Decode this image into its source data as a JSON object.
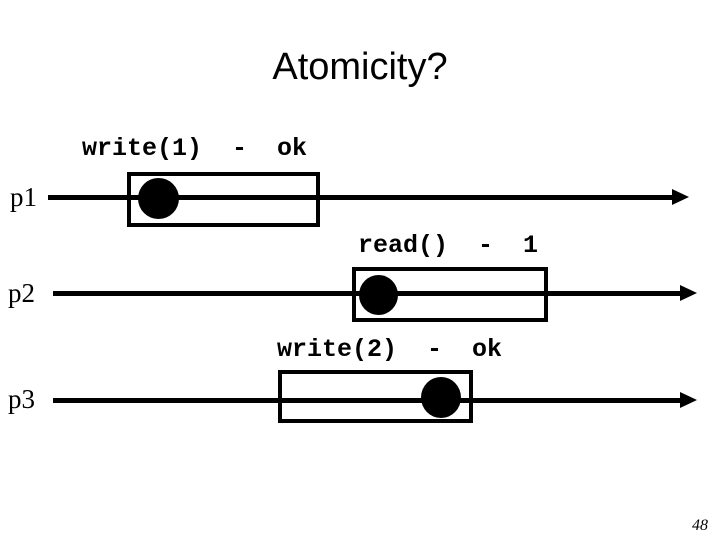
{
  "title": "Atomicity?",
  "page_number": "48",
  "colors": {
    "foreground": "#000000",
    "background": "#ffffff"
  },
  "icons": {
    "event_dot": "filled-circle",
    "arrowhead": "right-arrow-triangle"
  },
  "diagram": {
    "timelines": [
      {
        "process": "p1",
        "operation_label": "write(1)  -  ok"
      },
      {
        "process": "p2",
        "operation_label": "read()  -  1"
      },
      {
        "process": "p3",
        "operation_label": "write(2)  -  ok"
      }
    ]
  }
}
